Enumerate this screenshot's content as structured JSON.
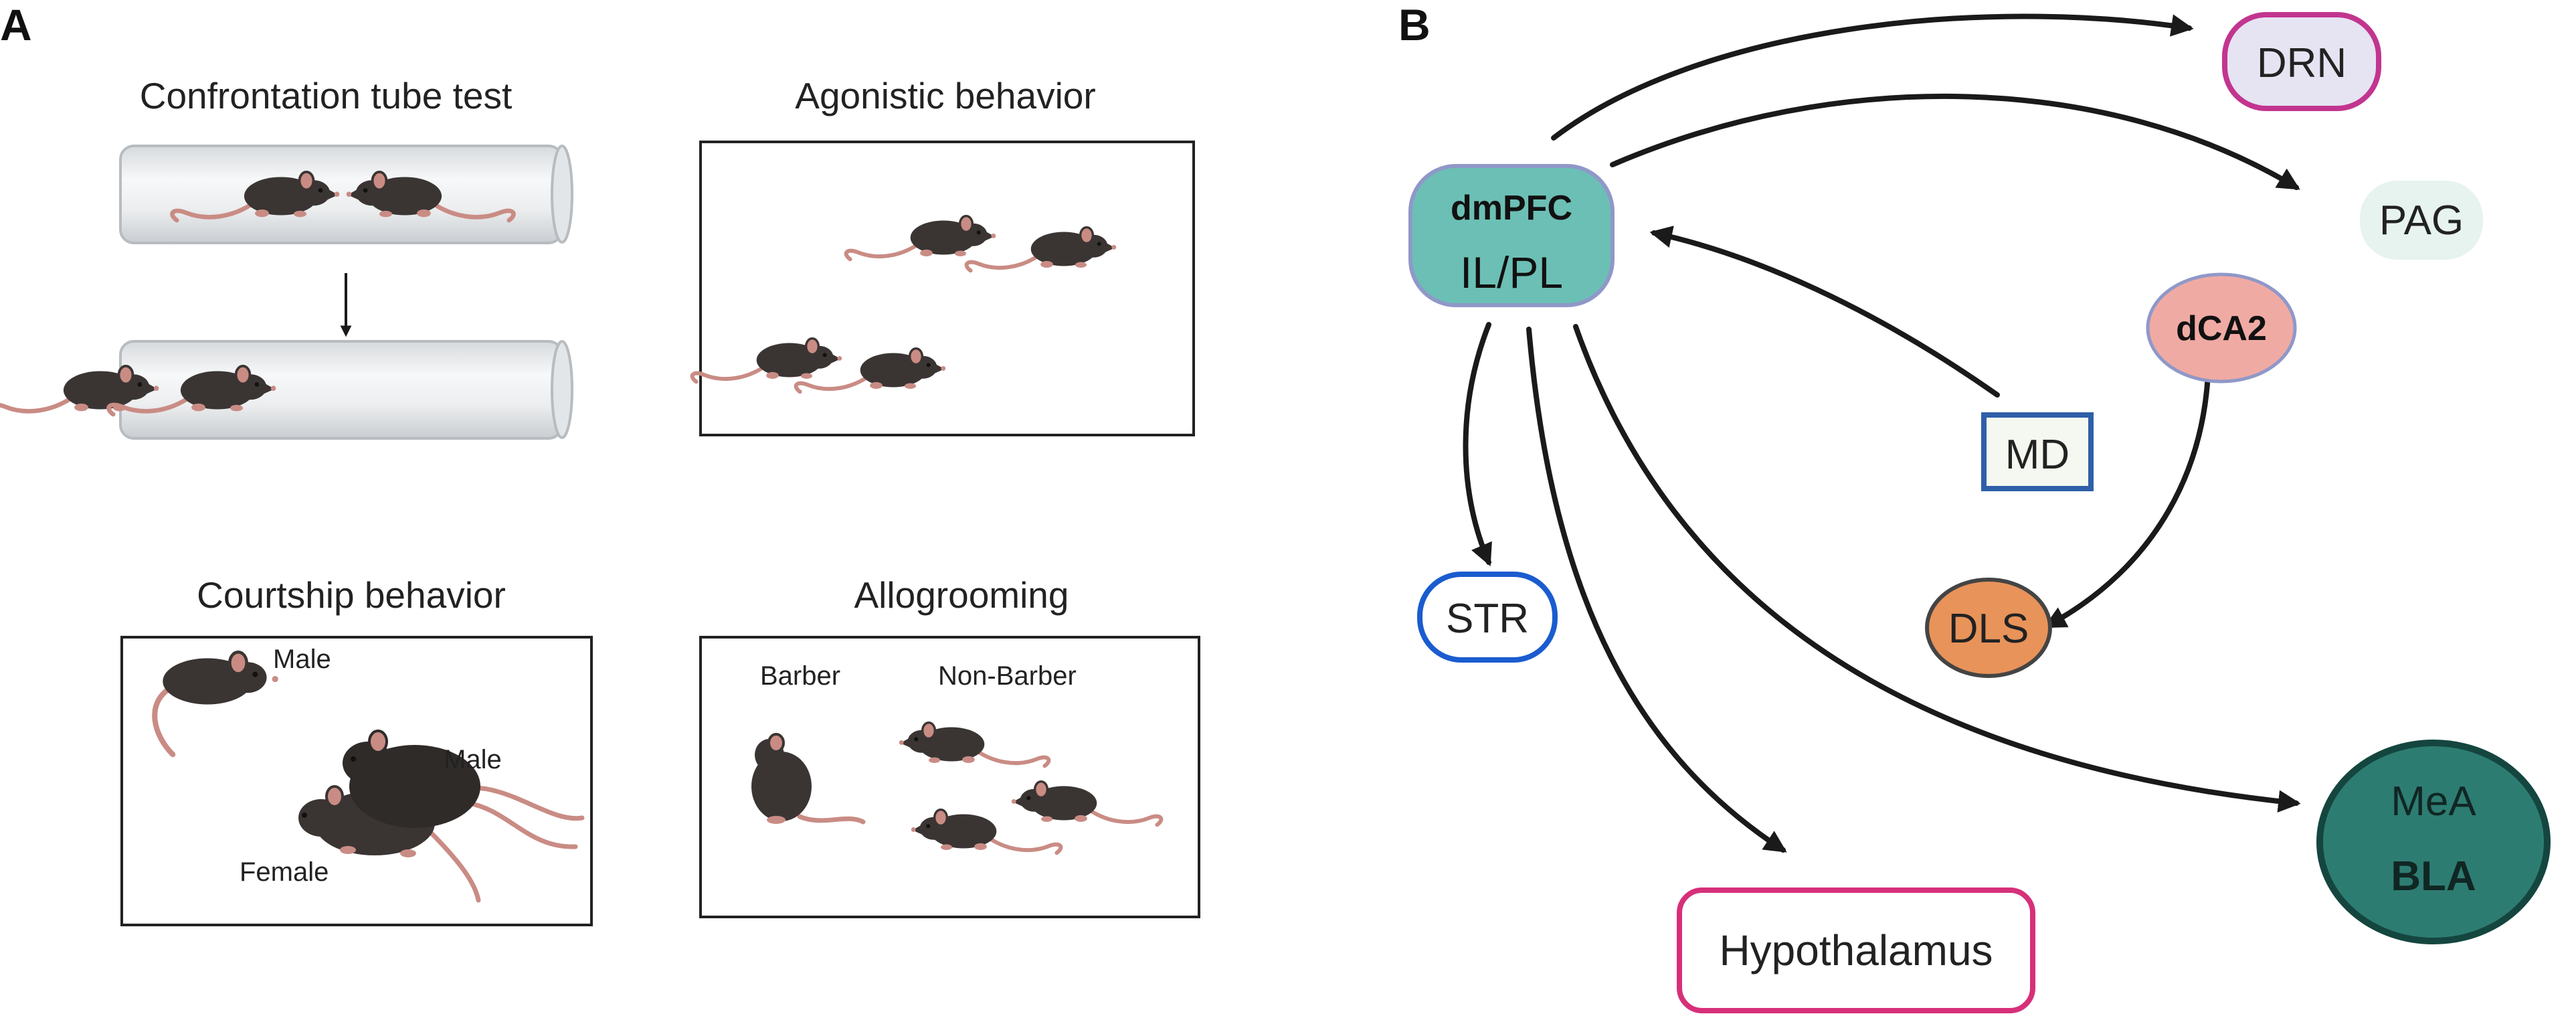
{
  "panel_a": {
    "label": "A",
    "tube_test": {
      "title": "Confrontation tube test"
    },
    "agonistic": {
      "title": "Agonistic behavior"
    },
    "courtship": {
      "title": "Courtship behavior",
      "male_label_1": "Male",
      "male_label_2": "Male",
      "female_label": "Female"
    },
    "allogrooming": {
      "title": "Allogrooming",
      "barber_label": "Barber",
      "non_barber_label": "Non-Barber"
    }
  },
  "panel_b": {
    "label": "B",
    "nodes": {
      "dmpfc": {
        "line1": "dmPFC",
        "line2": "IL/PL",
        "fill": "#6cbfb5",
        "stroke": "#8f98c8"
      },
      "drn": {
        "label": "DRN",
        "fill": "#e6e4f2",
        "stroke": "#c2358f"
      },
      "pag": {
        "label": "PAG",
        "fill": "#e6f3ef"
      },
      "dca2": {
        "label": "dCA2",
        "fill": "#f0aaa4",
        "stroke": "#8f98c8"
      },
      "md": {
        "label": "MD",
        "fill": "#f4f8f0",
        "stroke": "#2f5fa8"
      },
      "str": {
        "label": "STR",
        "fill": "#ffffff",
        "stroke": "#1a5ccf"
      },
      "dls": {
        "label": "DLS",
        "fill": "#e8935a",
        "stroke": "#444444"
      },
      "mea_bla": {
        "line1": "MeA",
        "line2": "BLA",
        "fill": "#2d7c72",
        "stroke": "#14463f"
      },
      "hypothalamus": {
        "label": "Hypothalamus",
        "fill": "#ffffff",
        "stroke": "#d6307a"
      }
    },
    "arrow_color": "#1a1a1a"
  }
}
